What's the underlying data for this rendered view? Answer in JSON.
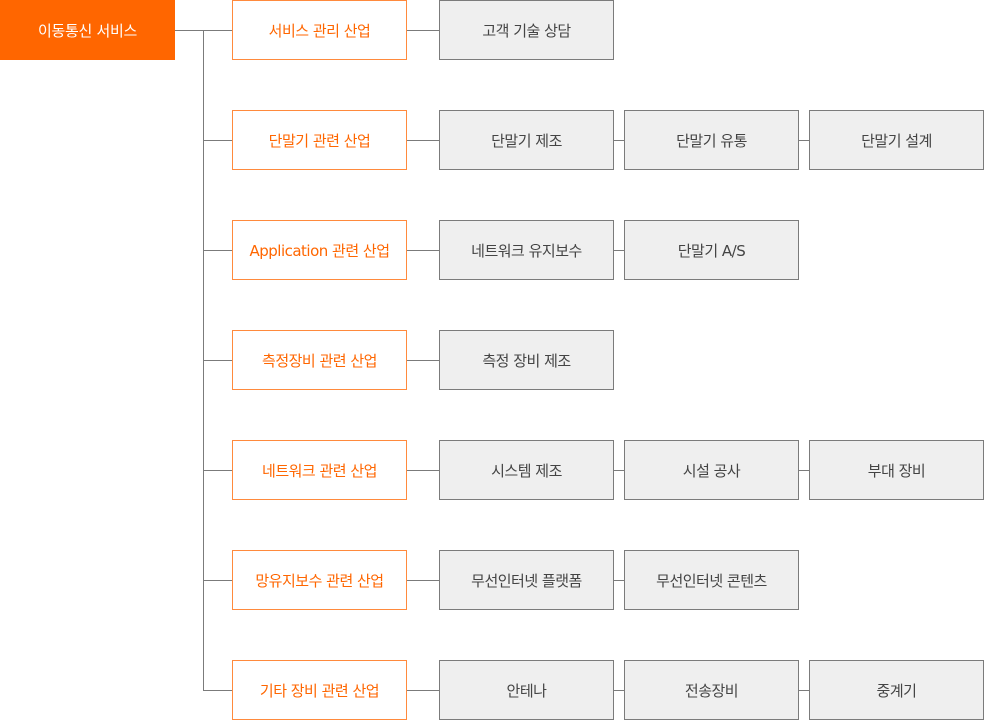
{
  "root": {
    "label": "이동통신 서비스"
  },
  "colors": {
    "accent": "#ff6600",
    "item_bg": "#efefef",
    "line": "#7b7b7b"
  },
  "categories": [
    {
      "label": "서비스 관리 산업",
      "items": [
        "고객 기술 상담"
      ]
    },
    {
      "label": "단말기 관련 산업",
      "items": [
        "단말기 제조",
        "단말기 유통",
        "단말기 설계"
      ]
    },
    {
      "label": "Application 관련 산업",
      "items": [
        "네트워크 유지보수",
        "단말기 A/S"
      ]
    },
    {
      "label": "측정장비 관련 산업",
      "items": [
        "측정 장비 제조"
      ]
    },
    {
      "label": "네트워크 관련 산업",
      "items": [
        "시스템 제조",
        "시설 공사",
        "부대 장비"
      ]
    },
    {
      "label": "망유지보수 관련 산업",
      "items": [
        "무선인터넷 플랫폼",
        "무선인터넷 콘텐츠"
      ]
    },
    {
      "label": "기타 장비 관련 산업",
      "items": [
        "안테나",
        "전송장비",
        "중계기"
      ]
    }
  ]
}
